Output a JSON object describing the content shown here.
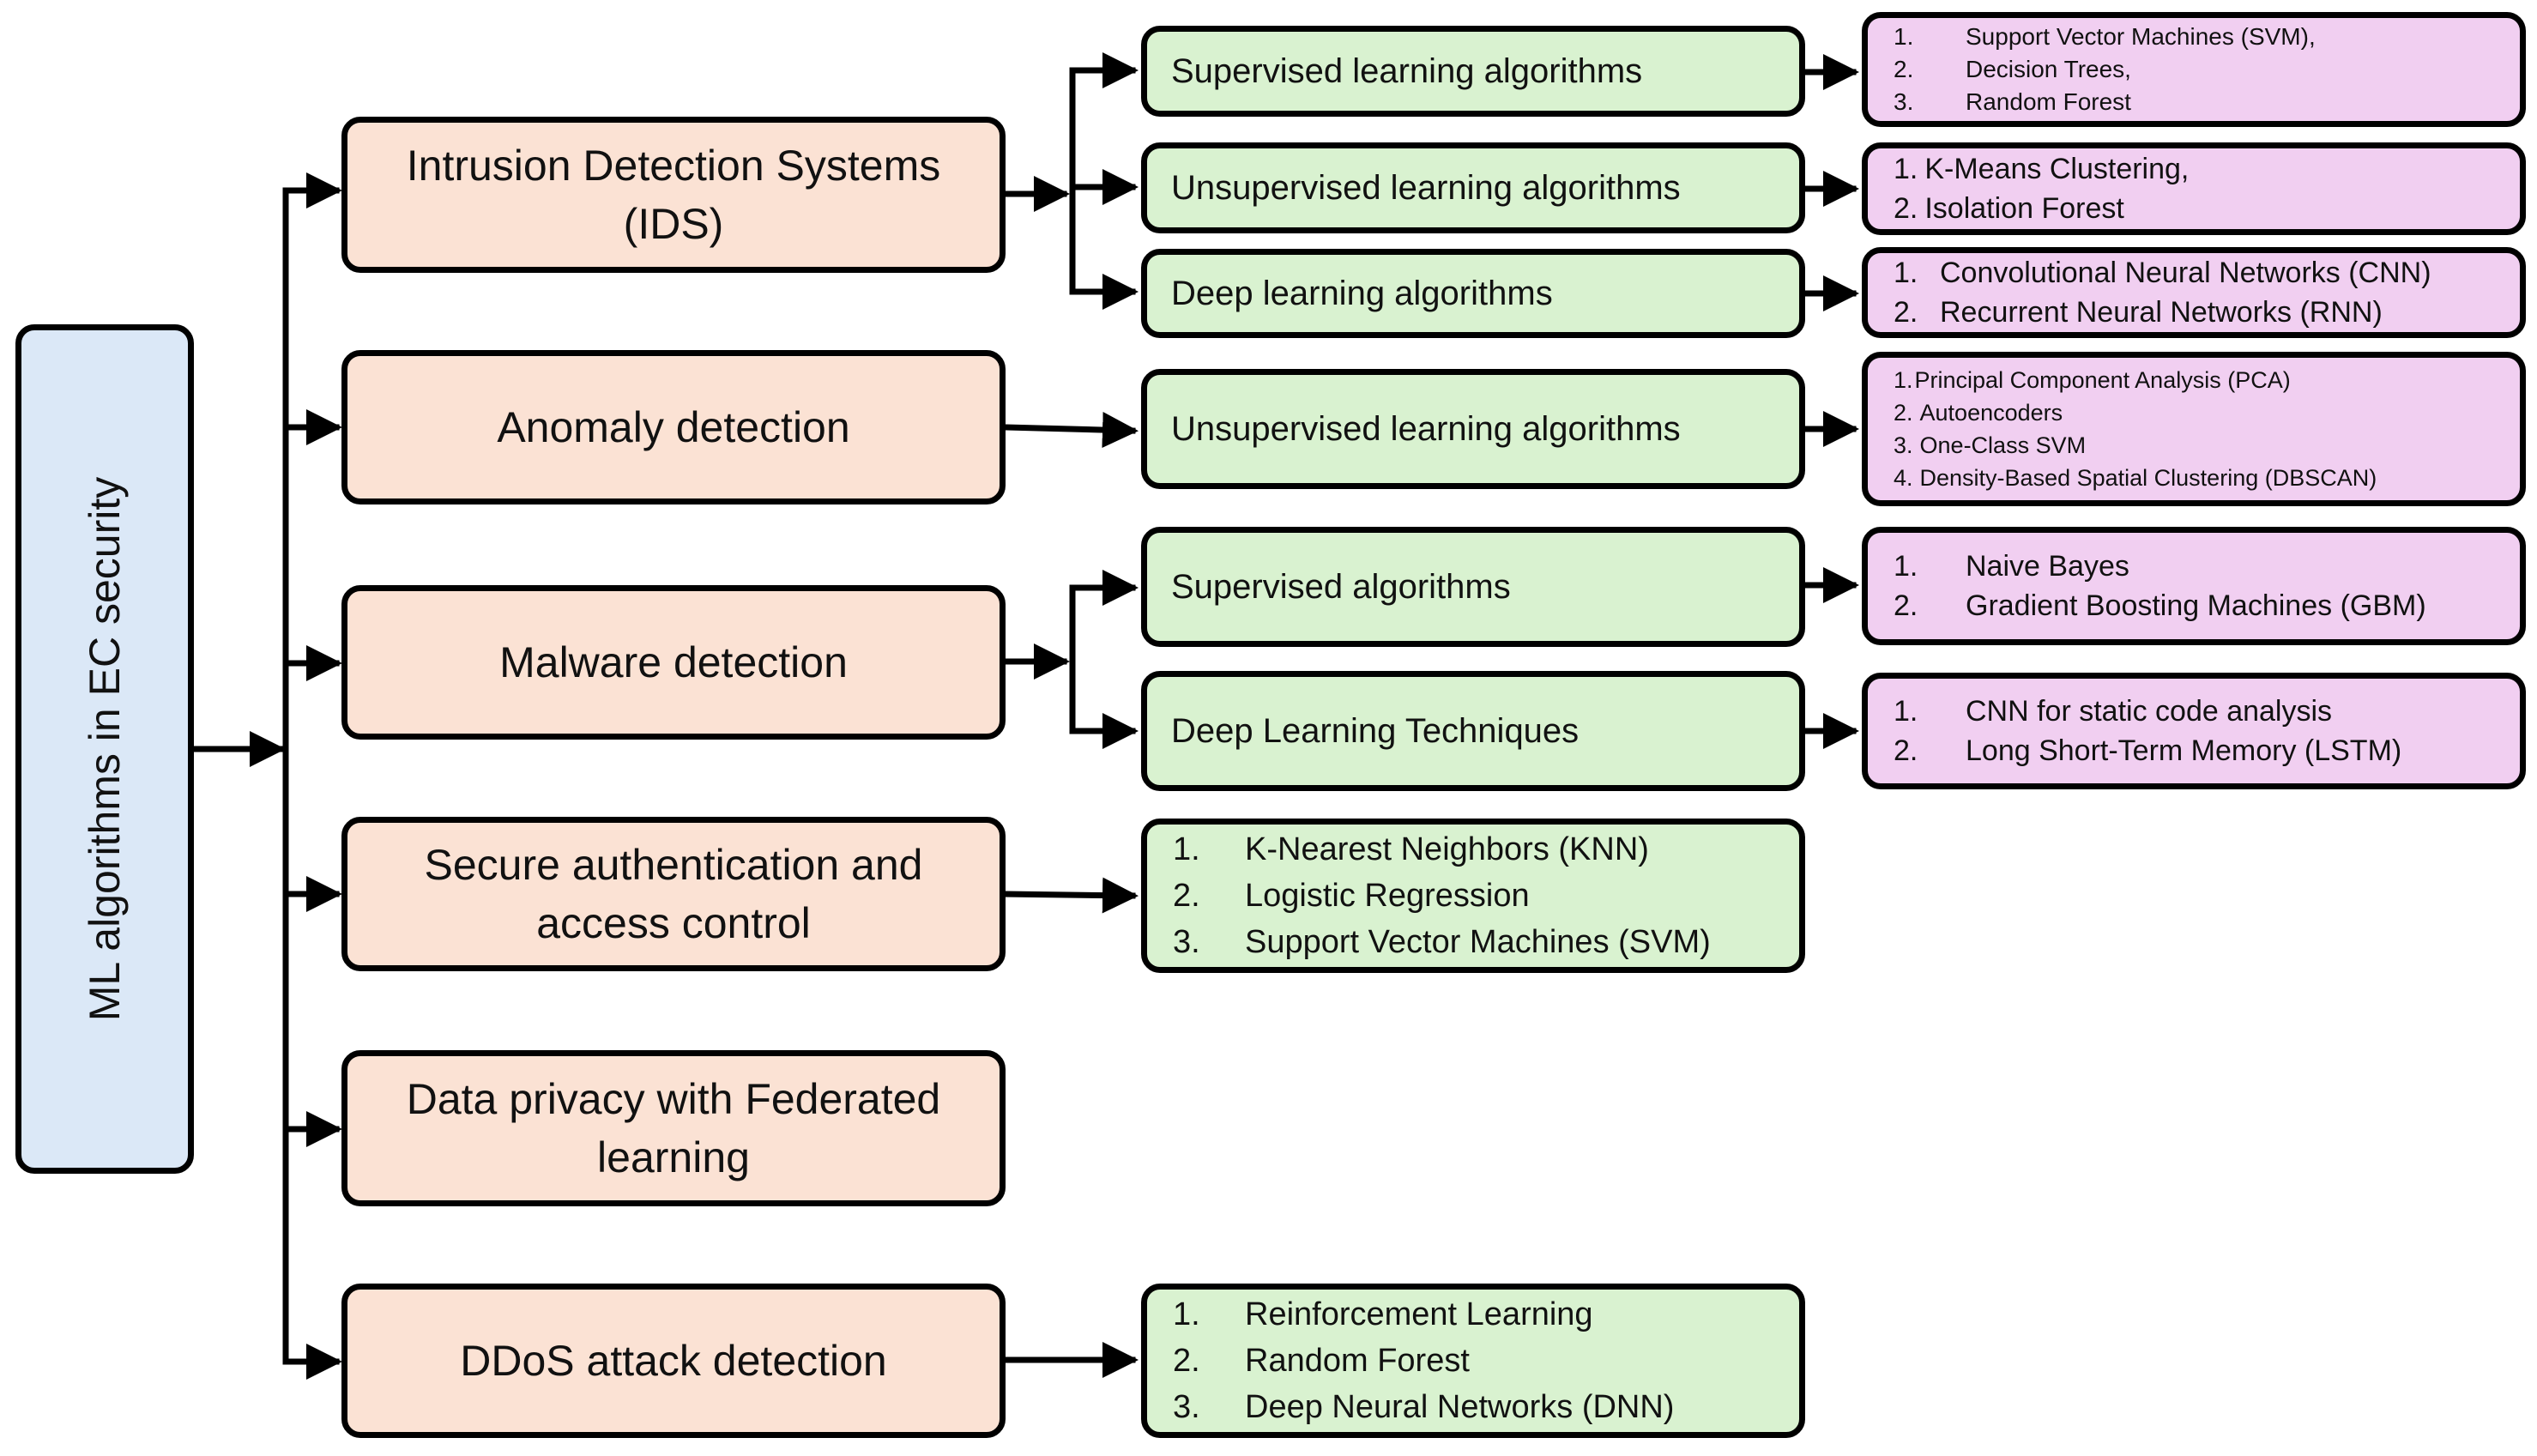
{
  "root": {
    "label": "ML algorithms in EC security"
  },
  "categories": {
    "ids": "Intrusion Detection Systems (IDS)",
    "anomaly": "Anomaly detection",
    "malware": "Malware detection",
    "auth": "Secure authentication and access control",
    "privacy": "Data privacy with Federated learning",
    "ddos": "DDoS attack detection"
  },
  "methods": {
    "ids_supervised": "Supervised learning algorithms",
    "ids_unsupervised": "Unsupervised learning algorithms",
    "ids_deep": "Deep learning algorithms",
    "anomaly_unsupervised": "Unsupervised learning algorithms",
    "malware_supervised": "Supervised algorithms",
    "malware_deep": "Deep Learning Techniques"
  },
  "algorithms": {
    "ids_supervised": [
      {
        "num": "1.",
        "text": "Support Vector Machines (SVM),"
      },
      {
        "num": "2.",
        "text": "Decision Trees,"
      },
      {
        "num": "3.",
        "text": "Random Forest"
      }
    ],
    "ids_unsupervised": [
      {
        "num": "1.",
        "text": "K-Means Clustering,"
      },
      {
        "num": "2.",
        "text": "Isolation Forest"
      }
    ],
    "ids_deep": [
      {
        "num": "1.",
        "text": "Convolutional Neural Networks (CNN)"
      },
      {
        "num": "2.",
        "text": "Recurrent Neural Networks (RNN)"
      }
    ],
    "anomaly": [
      {
        "num": "1.",
        "text": "Principal Component Analysis (PCA)"
      },
      {
        "num": "2.",
        "text": "Autoencoders"
      },
      {
        "num": "3.",
        "text": "One-Class SVM"
      },
      {
        "num": "4.",
        "text": "Density-Based Spatial Clustering (DBSCAN)"
      }
    ],
    "malware_supervised": [
      {
        "num": "1.",
        "text": "Naive Bayes"
      },
      {
        "num": "2.",
        "text": "Gradient Boosting Machines (GBM)"
      }
    ],
    "malware_deep": [
      {
        "num": "1.",
        "text": "CNN for static code analysis"
      },
      {
        "num": "2.",
        "text": "Long Short-Term Memory (LSTM)"
      }
    ],
    "auth": [
      {
        "num": "1.",
        "text": "K-Nearest Neighbors (KNN)"
      },
      {
        "num": "2.",
        "text": "Logistic Regression"
      },
      {
        "num": "3.",
        "text": "Support Vector Machines (SVM)"
      }
    ],
    "ddos": [
      {
        "num": "1.",
        "text": "Reinforcement Learning"
      },
      {
        "num": "2.",
        "text": "Random Forest"
      },
      {
        "num": "3.",
        "text": "Deep Neural Networks (DNN)"
      }
    ]
  },
  "colors": {
    "root_fill": "#dbe8f7",
    "category_fill": "#fbe2d4",
    "method_fill": "#d9f2d0",
    "algorithm_fill": "#f1cff1",
    "stroke": "#000000"
  }
}
